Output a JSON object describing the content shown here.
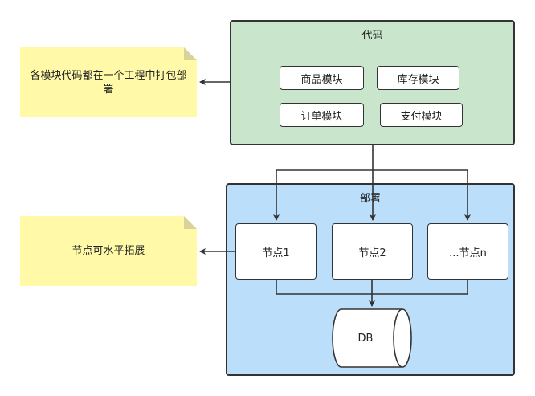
{
  "code_group": {
    "title": "代码",
    "modules": [
      "商品模块",
      "库存模块",
      "订单模块",
      "支付模块"
    ],
    "fill": "#c9e6cc"
  },
  "deploy_group": {
    "title": "部署",
    "nodes": [
      "节点1",
      "节点2",
      "...节点n"
    ],
    "fill": "#bbdefb"
  },
  "notes": {
    "packaging": "各模块代码都在一个工程中打包部署",
    "scaling": "节点可水平拓展",
    "fill": "#fff9a8"
  },
  "database": {
    "label": "DB"
  }
}
